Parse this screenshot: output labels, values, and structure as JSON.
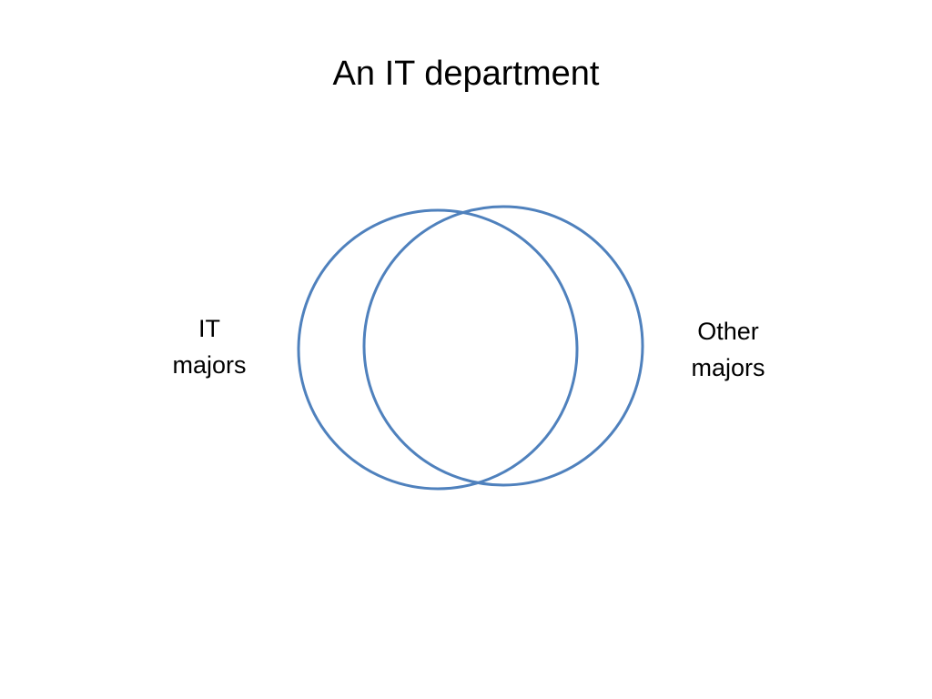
{
  "title": "An IT department",
  "diagram": {
    "type": "venn",
    "circle_color": "#4f81bd",
    "left_label": {
      "line1": "IT",
      "line2": "majors"
    },
    "right_label": {
      "line1": "Other",
      "line2": "majors"
    }
  }
}
